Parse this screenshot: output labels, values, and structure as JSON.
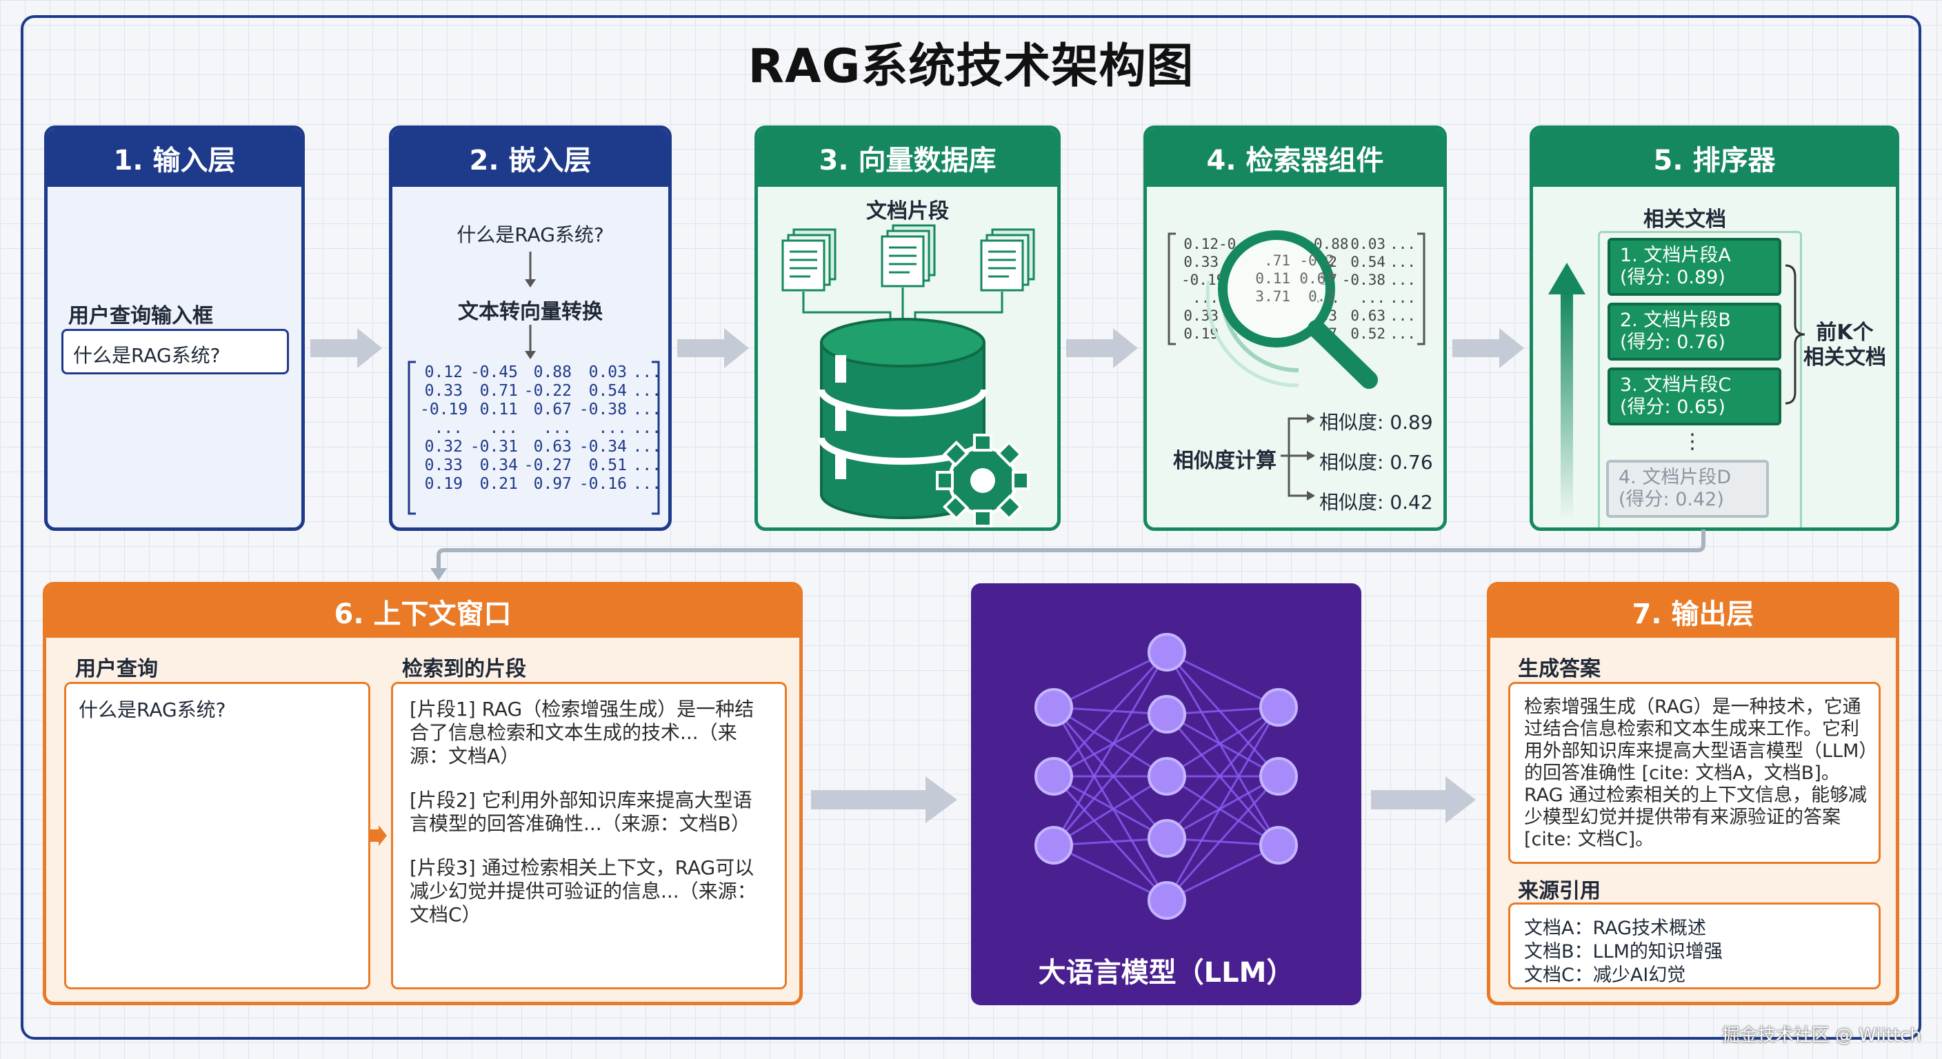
{
  "title": "RAG系统技术架构图",
  "stages": [
    {
      "label": "1. 输入层"
    },
    {
      "label": "2. 嵌入层"
    },
    {
      "label": "3. 向量数据库"
    },
    {
      "label": "4. 检索器组件"
    },
    {
      "label": "5. 排序器"
    },
    {
      "label": "6. 上下文窗口"
    },
    {
      "label": "7. 输出层"
    }
  ],
  "input_layer": {
    "field_label": "用户查询输入框",
    "field_value": "什么是RAG系统?"
  },
  "embedding_layer": {
    "query": "什么是RAG系统?",
    "convert_label": "文本转向量转换",
    "matrix": [
      [
        "0.12",
        "-0.45",
        "0.88",
        "0.03",
        "..."
      ],
      [
        "0.33",
        "0.71",
        "-0.22",
        "0.54",
        "..."
      ],
      [
        "-0.19",
        "0.11",
        "0.67",
        "-0.38",
        "..."
      ],
      [
        "...",
        "...",
        "...",
        "...",
        "..."
      ],
      [
        "0.32",
        "-0.31",
        "0.63",
        "-0.34",
        "..."
      ],
      [
        "0.33",
        "0.34",
        "-0.27",
        "0.51",
        "..."
      ],
      [
        "0.19",
        "0.21",
        "0.97",
        "-0.16",
        "..."
      ]
    ]
  },
  "vector_db": {
    "docs_label": "文档片段",
    "icons": [
      "document-stack-icon",
      "database-icon",
      "gear-icon"
    ]
  },
  "retriever": {
    "matrix_left": [
      [
        "0.12",
        "-0."
      ],
      [
        "0.33",
        ""
      ],
      [
        "-0.19",
        ""
      ],
      [
        "...",
        ""
      ],
      [
        "0.33",
        ""
      ],
      [
        "0.19",
        "-"
      ]
    ],
    "matrix_mid": [
      [
        ".71",
        "-0.2"
      ],
      [
        "0.11",
        "0.67"
      ],
      [
        "3.71",
        "0.2"
      ]
    ],
    "matrix_right": [
      [
        "0.88",
        "0.03",
        "..."
      ],
      [
        "22",
        "0.54",
        "..."
      ],
      [
        "57",
        "-0.38",
        "..."
      ],
      [
        "...",
        "...",
        "..."
      ],
      [
        "33",
        "0.63",
        "..."
      ],
      [
        "27",
        "0.52",
        "..."
      ]
    ],
    "calc_label": "相似度计算",
    "scores": [
      {
        "label": "相似度: 0.89"
      },
      {
        "label": "相似度: 0.76"
      },
      {
        "label": "相似度: 0.42"
      }
    ]
  },
  "ranker": {
    "list_label": "相关文档",
    "items": [
      {
        "line1": "1. 文档片段A",
        "line2": "(得分: 0.89)",
        "selected": true
      },
      {
        "line1": "2. 文档片段B",
        "line2": "(得分: 0.76)",
        "selected": true
      },
      {
        "line1": "3. 文档片段C",
        "line2": "(得分: 0.65)",
        "selected": true
      },
      {
        "line1": "4. 文档片段D",
        "line2": "(得分: 0.42)",
        "selected": false
      }
    ],
    "ellipsis": "⋮",
    "topk_line1": "前K个",
    "topk_line2": "相关文档"
  },
  "context_window": {
    "query_label": "用户查询",
    "query_text": "什么是RAG系统?",
    "chunks_label": "检索到的片段",
    "chunks": [
      "[片段1] RAG（检索增强生成）是一种结合了信息检索和文本生成的技术...（来源：文档A）",
      "[片段2] 它利用外部知识库来提高大型语言模型的回答准确性...（来源：文档B）",
      "[片段3] 通过检索相关上下文，RAG可以减少幻觉并提供可验证的信息...（来源：文档C）"
    ]
  },
  "llm": {
    "label": "大语言模型（LLM）"
  },
  "output_layer": {
    "answer_label": "生成答案",
    "answer_text": "检索增强生成（RAG）是一种技术，它通过结合信息检索和文本生成来工作。它利用外部知识库来提高大型语言模型（LLM）的回答准确性 [cite: 文档A，文档B]。RAG 通过检索相关的上下文信息，能够减少模型幻觉并提供带有来源验证的答案 [cite: 文档C]。",
    "sources_label": "来源引用",
    "sources": [
      "文档A：RAG技术概述",
      "文档B：LLM的知识增强",
      "文档C：减少AI幻觉"
    ]
  },
  "watermark": "掘金技术社区 @ Wiittch",
  "colors": {
    "blue": "#1e3a8a",
    "green": "#15885f",
    "orange": "#ea7a26",
    "purple": "#4a2090",
    "node": "#a78bfa"
  }
}
